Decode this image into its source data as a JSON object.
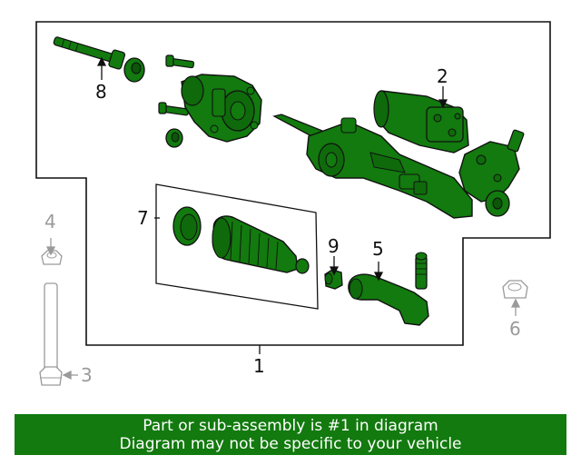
{
  "diagram": {
    "callouts": {
      "c1": "1",
      "c2": "2",
      "c3": "3",
      "c4": "4",
      "c5": "5",
      "c6": "6",
      "c7": "7",
      "c8": "8",
      "c9": "9"
    },
    "colors": {
      "highlight": "#127a0e",
      "outline": "#111111",
      "reference": "#9a9a9a"
    }
  },
  "banner": {
    "line1": "Part or sub-assembly is #1 in diagram",
    "line2": "Diagram may not be specific to your vehicle"
  }
}
